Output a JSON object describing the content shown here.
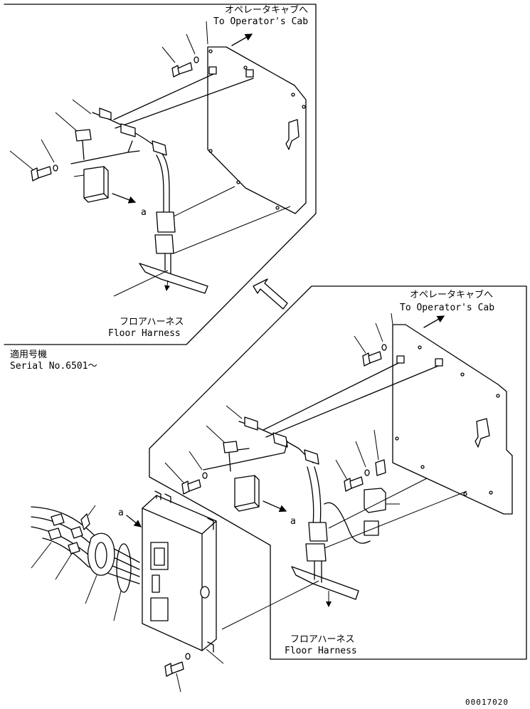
{
  "upper_view": {
    "cab_label_jp": "オペレータキャブへ",
    "cab_label_en": "To Operator's Cab",
    "view_marker": "a",
    "harness_label_jp": "フロアハーネス",
    "harness_label_en": "Floor Harness"
  },
  "serial": {
    "label_jp": "適用号機",
    "label_en": "Serial No.6501～"
  },
  "lower_view": {
    "cab_label_jp": "オペレータキャブへ",
    "cab_label_en": "To Operator's Cab",
    "view_marker": "a",
    "controller_marker": "a",
    "harness_label_jp": "フロアハーネス",
    "harness_label_en": "Floor Harness"
  },
  "drawing_number": "00017020"
}
